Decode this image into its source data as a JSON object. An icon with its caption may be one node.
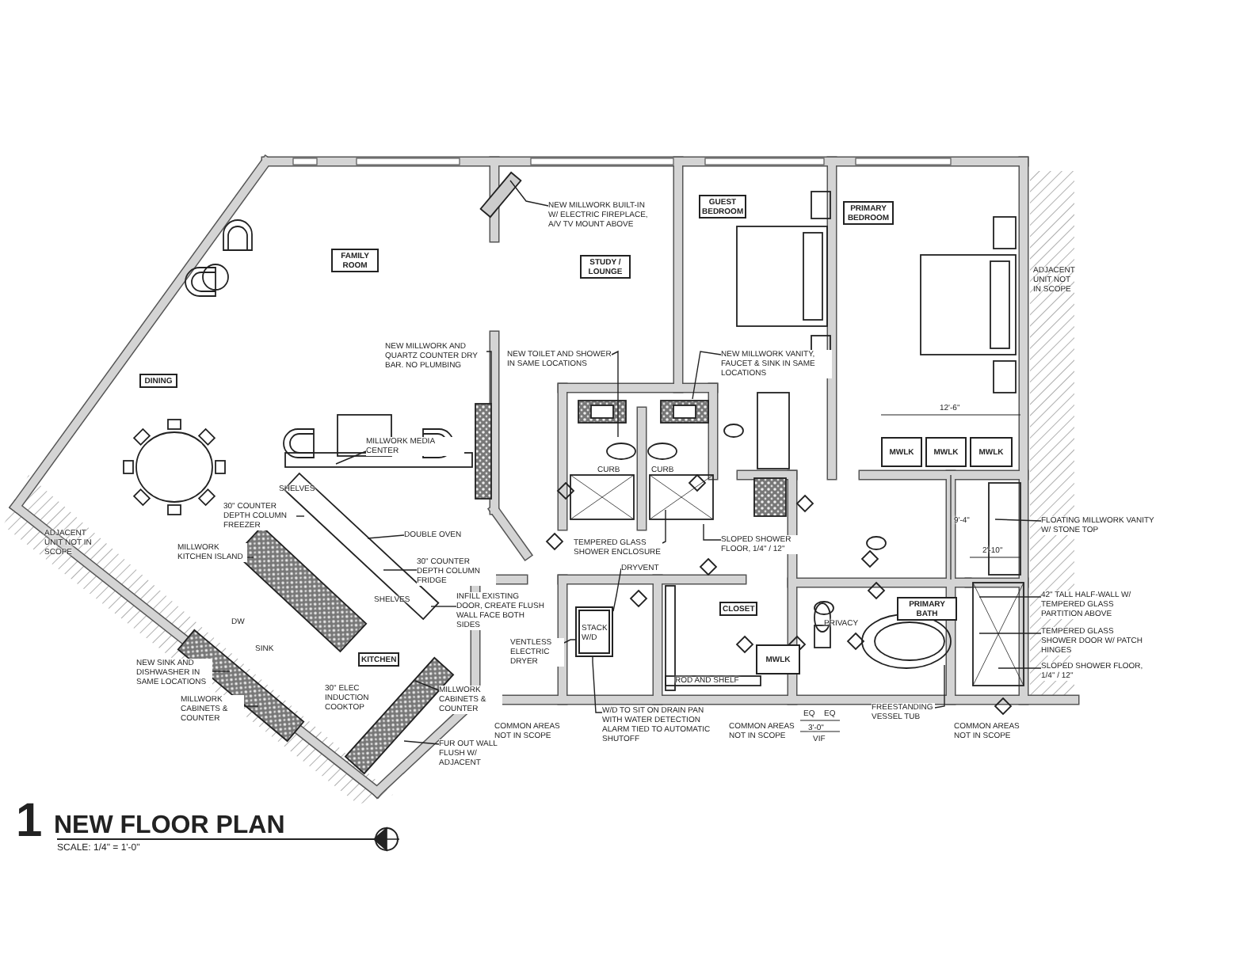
{
  "diagram": {
    "title": "NEW FLOOR PLAN",
    "nodes": [
      {
        "text": [
          "FAMILY ROOM"
        ]
      },
      {
        "text": [
          "DINING"
        ]
      },
      {
        "text": [
          "STUDY / LOUNGE"
        ]
      },
      {
        "text": [
          "GUEST BEDROOM"
        ]
      },
      {
        "text": [
          "PRIMARY BEDROOM"
        ]
      },
      {
        "text": [
          "KITCHEN"
        ]
      },
      {
        "text": [
          "CLOSET"
        ]
      },
      {
        "text": [
          "PRIMARY BATH"
        ]
      },
      {
        "text": [
          "MWLK"
        ]
      },
      {
        "text": [
          "MWLK"
        ]
      },
      {
        "text": [
          "MWLK"
        ]
      },
      {
        "text": [
          "MWLK"
        ]
      },
      {
        "text": [
          "NEW MILLWORK BUILT-IN W/ ELECTRIC FIREPLACE, A/V TV MOUNT ABOVE"
        ]
      },
      {
        "text": [
          "NEW MILLWORK AND QUARTZ COUNTER DRY BAR. NO PLUMBING"
        ]
      },
      {
        "text": [
          "NEW TOILET AND SHOWER IN SAME LOCATIONS"
        ]
      },
      {
        "text": [
          "NEW MILLWORK VANITY, FAUCET & SINK IN SAME LOCATIONS"
        ]
      },
      {
        "text": [
          "MILLWORK MEDIA CENTER"
        ]
      },
      {
        "text": [
          "30\" COUNTER DEPTH COLUMN FREEZER"
        ]
      },
      {
        "text": [
          "MILLWORK KITCHEN ISLAND"
        ]
      },
      {
        "text": [
          "DOUBLE OVEN"
        ]
      },
      {
        "text": [
          "30\" COUNTER DEPTH COLUMN FRIDGE"
        ]
      },
      {
        "text": [
          "INFILL EXISTING DOOR, CREATE FLUSH WALL FACE BOTH SIDES"
        ]
      },
      {
        "text": [
          "NEW SINK AND DISHWASHER IN SAME LOCATIONS"
        ]
      },
      {
        "text": [
          "MILLWORK CABINETS & COUNTER"
        ]
      },
      {
        "text": [
          "MILLWORK CABINETS & COUNTER"
        ]
      },
      {
        "text": [
          "FUR OUT WALL FLUSH W/ ADJACENT"
        ]
      },
      {
        "text": [
          "TEMPERED GLASS SHOWER ENCLOSURE"
        ]
      },
      {
        "text": [
          "SLOPED SHOWER FLOOR, 1/4\" / 12\""
        ]
      },
      {
        "text": [
          "DRYVENT"
        ]
      },
      {
        "text": [
          "VENTLESS ELECTRIC DRYER"
        ]
      },
      {
        "text": [
          "W/D TO SIT ON DRAIN PAN WITH WATER DETECTION ALARM TIED TO AUTOMATIC SHUTOFF"
        ]
      },
      {
        "text": [
          "FLOATING MILLWORK VANITY W/ STONE TOP"
        ]
      },
      {
        "text": [
          "42\" TALL HALF-WALL W/ TEMPERED GLASS PARTITION ABOVE"
        ]
      },
      {
        "text": [
          "TEMPERED GLASS SHOWER DOOR W/ PATCH HINGES"
        ]
      },
      {
        "text": [
          "SLOPED SHOWER FLOOR, 1/4\" / 12\""
        ]
      },
      {
        "text": [
          "FREESTANDING VESSEL TUB"
        ]
      },
      {
        "text": [
          "STACK W/D"
        ]
      }
    ],
    "edges": [
      {
        "from": 12,
        "to": null,
        "arrow": "none"
      },
      {
        "from": 13,
        "to": null,
        "arrow": "none"
      },
      {
        "from": 14,
        "to": null,
        "arrow": "none"
      },
      {
        "from": 15,
        "to": null,
        "arrow": "none"
      },
      {
        "from": 16,
        "to": null,
        "arrow": "none"
      },
      {
        "from": 17,
        "to": null,
        "arrow": "none"
      },
      {
        "from": 18,
        "to": null,
        "arrow": "none"
      },
      {
        "from": 19,
        "to": null,
        "arrow": "none"
      },
      {
        "from": 20,
        "to": null,
        "arrow": "none"
      },
      {
        "from": 21,
        "to": null,
        "arrow": "none"
      },
      {
        "from": 22,
        "to": null,
        "arrow": "none"
      },
      {
        "from": 23,
        "to": null,
        "arrow": "none"
      },
      {
        "from": 24,
        "to": null,
        "arrow": "none"
      },
      {
        "from": 25,
        "to": null,
        "arrow": "none"
      },
      {
        "from": 26,
        "to": null,
        "arrow": "none"
      },
      {
        "from": 27,
        "to": null,
        "arrow": "none"
      },
      {
        "from": 28,
        "to": 36,
        "arrow": "none"
      },
      {
        "from": 29,
        "to": 36,
        "arrow": "none"
      },
      {
        "from": 30,
        "to": 36,
        "arrow": "none"
      },
      {
        "from": 31,
        "to": null,
        "arrow": "none"
      },
      {
        "from": 32,
        "to": null,
        "arrow": "none"
      },
      {
        "from": 33,
        "to": null,
        "arrow": "none"
      },
      {
        "from": 34,
        "to": null,
        "arrow": "none"
      },
      {
        "from": 35,
        "to": null,
        "arrow": "none"
      }
    ],
    "labels": [
      "ADJACENT UNIT NOT IN SCOPE",
      "ADJACENT UNIT NOT IN SCOPE",
      "SHELVES",
      "SHELVES",
      "DW",
      "SINK",
      "30\" ELEC INDUCTION COOKTOP",
      "CURB",
      "CURB",
      "ROD AND SHELF",
      "PRIVACY",
      "12'-6\"",
      "9'-4\"",
      "2'-10\"",
      "COMMON AREAS NOT IN SCOPE",
      "COMMON AREAS NOT IN SCOPE",
      "COMMON AREAS NOT IN SCOPE",
      "EQ",
      "EQ",
      "3'-0\"",
      "VIF",
      "1",
      "SCALE: 1/4\" = 1'-0\""
    ]
  }
}
